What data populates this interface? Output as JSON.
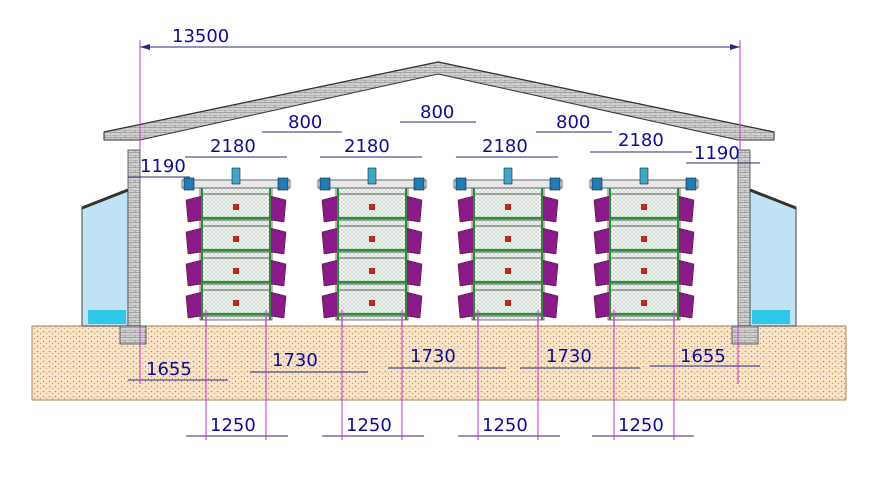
{
  "drawing": {
    "overall_width": "13500",
    "cage_width_labels": [
      "2180",
      "2180",
      "2180",
      "2180"
    ],
    "aisle_labels": [
      "800",
      "800",
      "800"
    ],
    "side_gap_labels": [
      "1190",
      "1190"
    ],
    "floor_labels": [
      "1655",
      "1730",
      "1730",
      "1730",
      "1655"
    ],
    "base_labels": [
      "1250",
      "1250",
      "1250",
      "1250"
    ],
    "colors": {
      "dimension_text": "#0d0d9a",
      "cage_purple": "#8a1a8a",
      "cage_green": "#2f8a3a",
      "feeder_blue": "#1f7ab8",
      "floor_fill": "#f7e6c6",
      "floor_dots": "#c86ec8",
      "side_panel": "#bfe3f5",
      "side_water": "#30c8e8",
      "brick": "#bdbdbd"
    }
  }
}
